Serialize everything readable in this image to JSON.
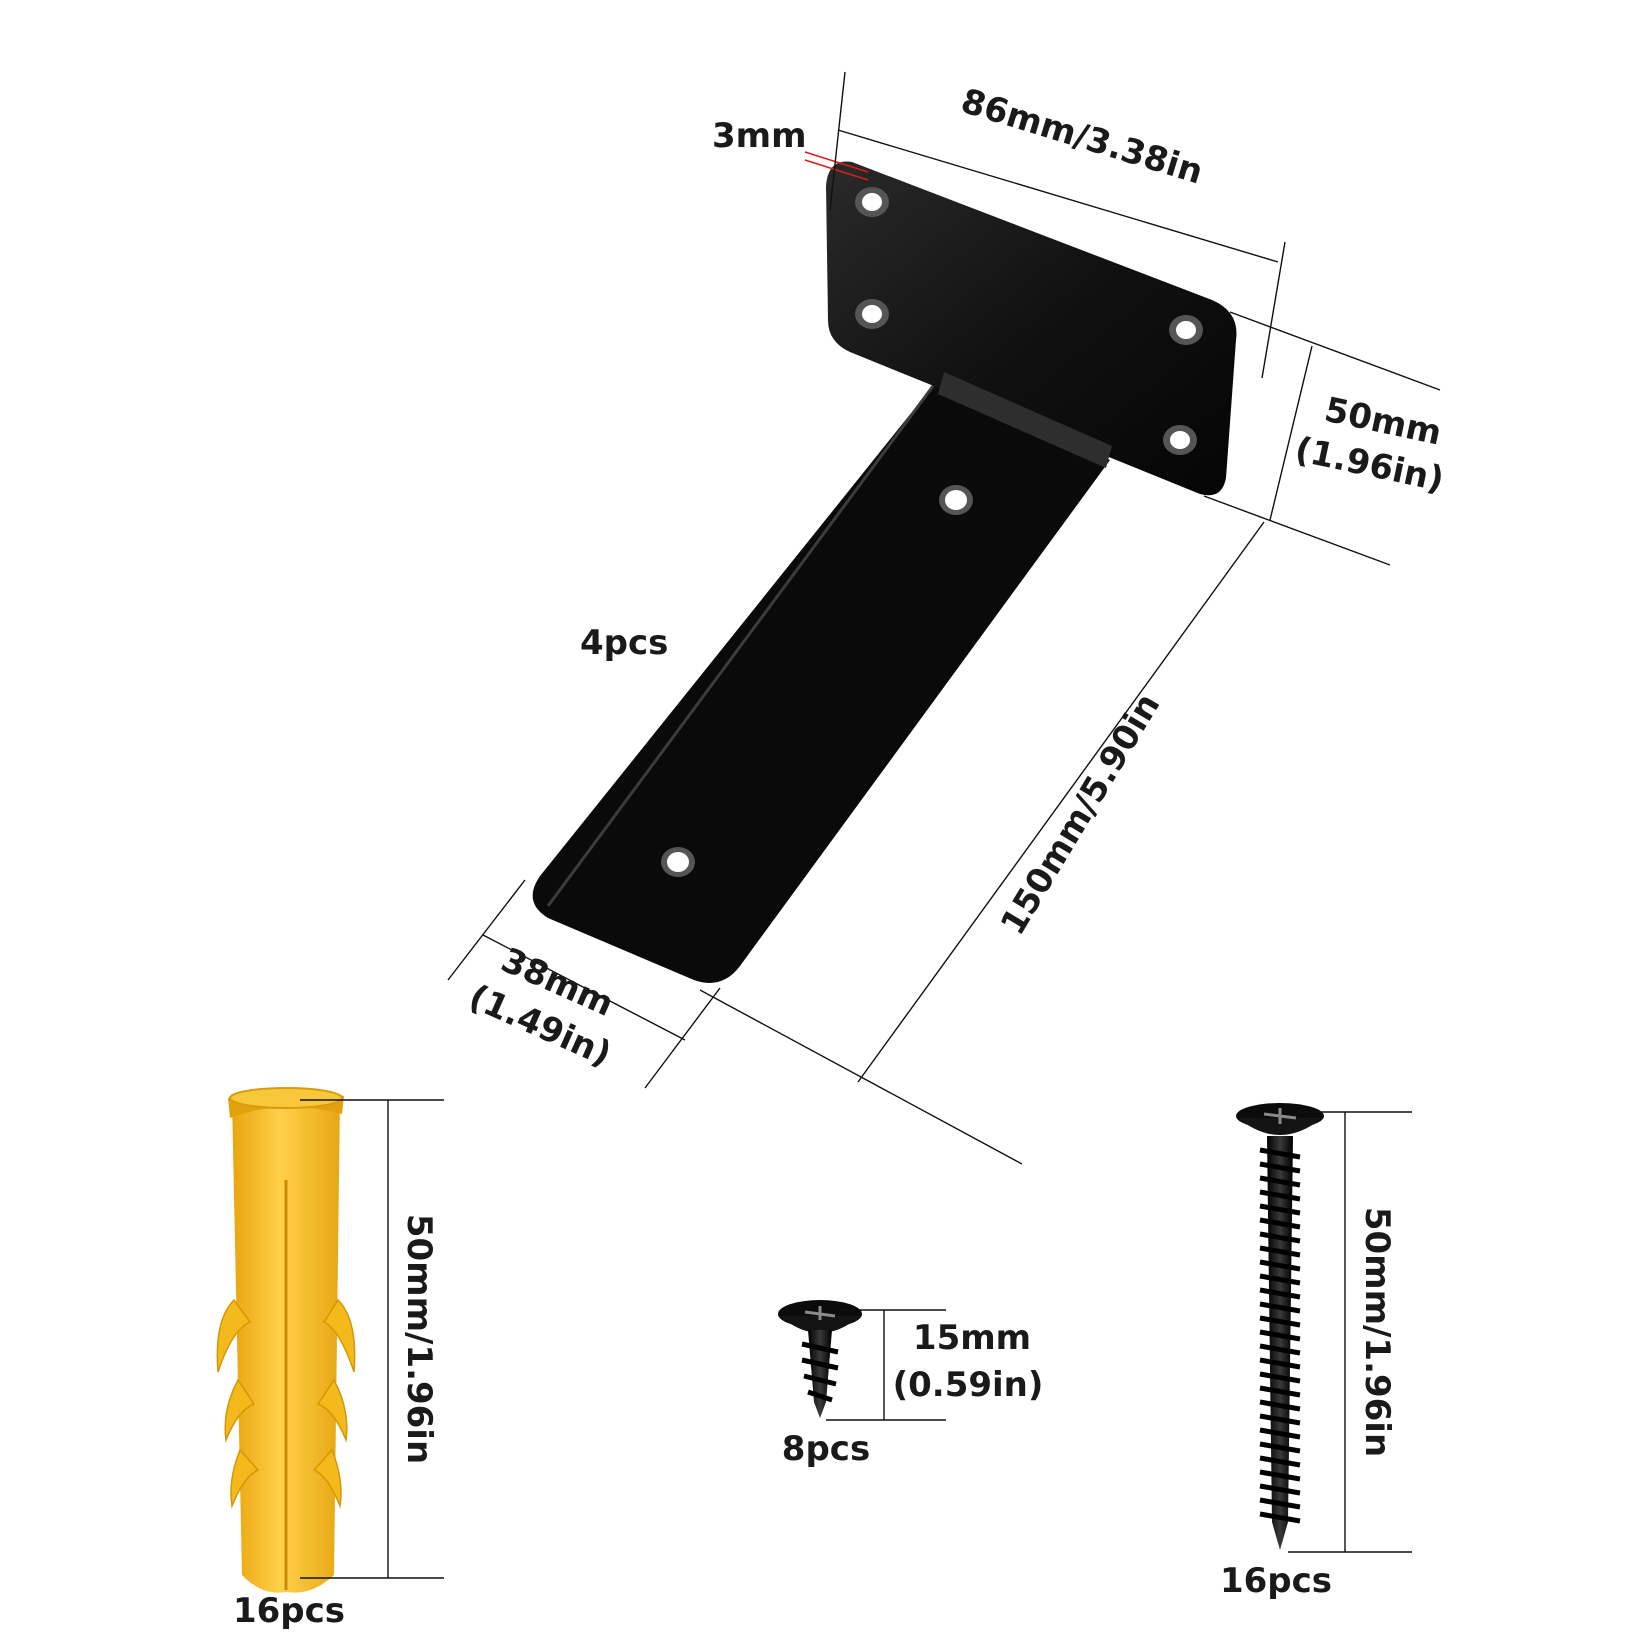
{
  "bracket": {
    "thickness_label": "3mm",
    "plate_width_label": "86mm/3.38in",
    "plate_height_label_mm": "50mm",
    "plate_height_label_in": "(1.96in)",
    "arm_length_label": "150mm/5.90in",
    "arm_width_label_mm": "38mm",
    "arm_width_label_in": "(1.49in)",
    "quantity_label": "4pcs"
  },
  "anchor": {
    "length_label": "50mm/1.96in",
    "quantity_label": "16pcs"
  },
  "short_screw": {
    "length_label_mm": "15mm",
    "length_label_in": "(0.59in)",
    "quantity_label": "8pcs"
  },
  "long_screw": {
    "length_label": "50mm/1.96in",
    "quantity_label": "16pcs"
  },
  "colors": {
    "metal": "#0b0b0b",
    "anchor": "#f6bd1c",
    "dimension_line": "#111111",
    "thickness_marker": "#e01b1b"
  }
}
